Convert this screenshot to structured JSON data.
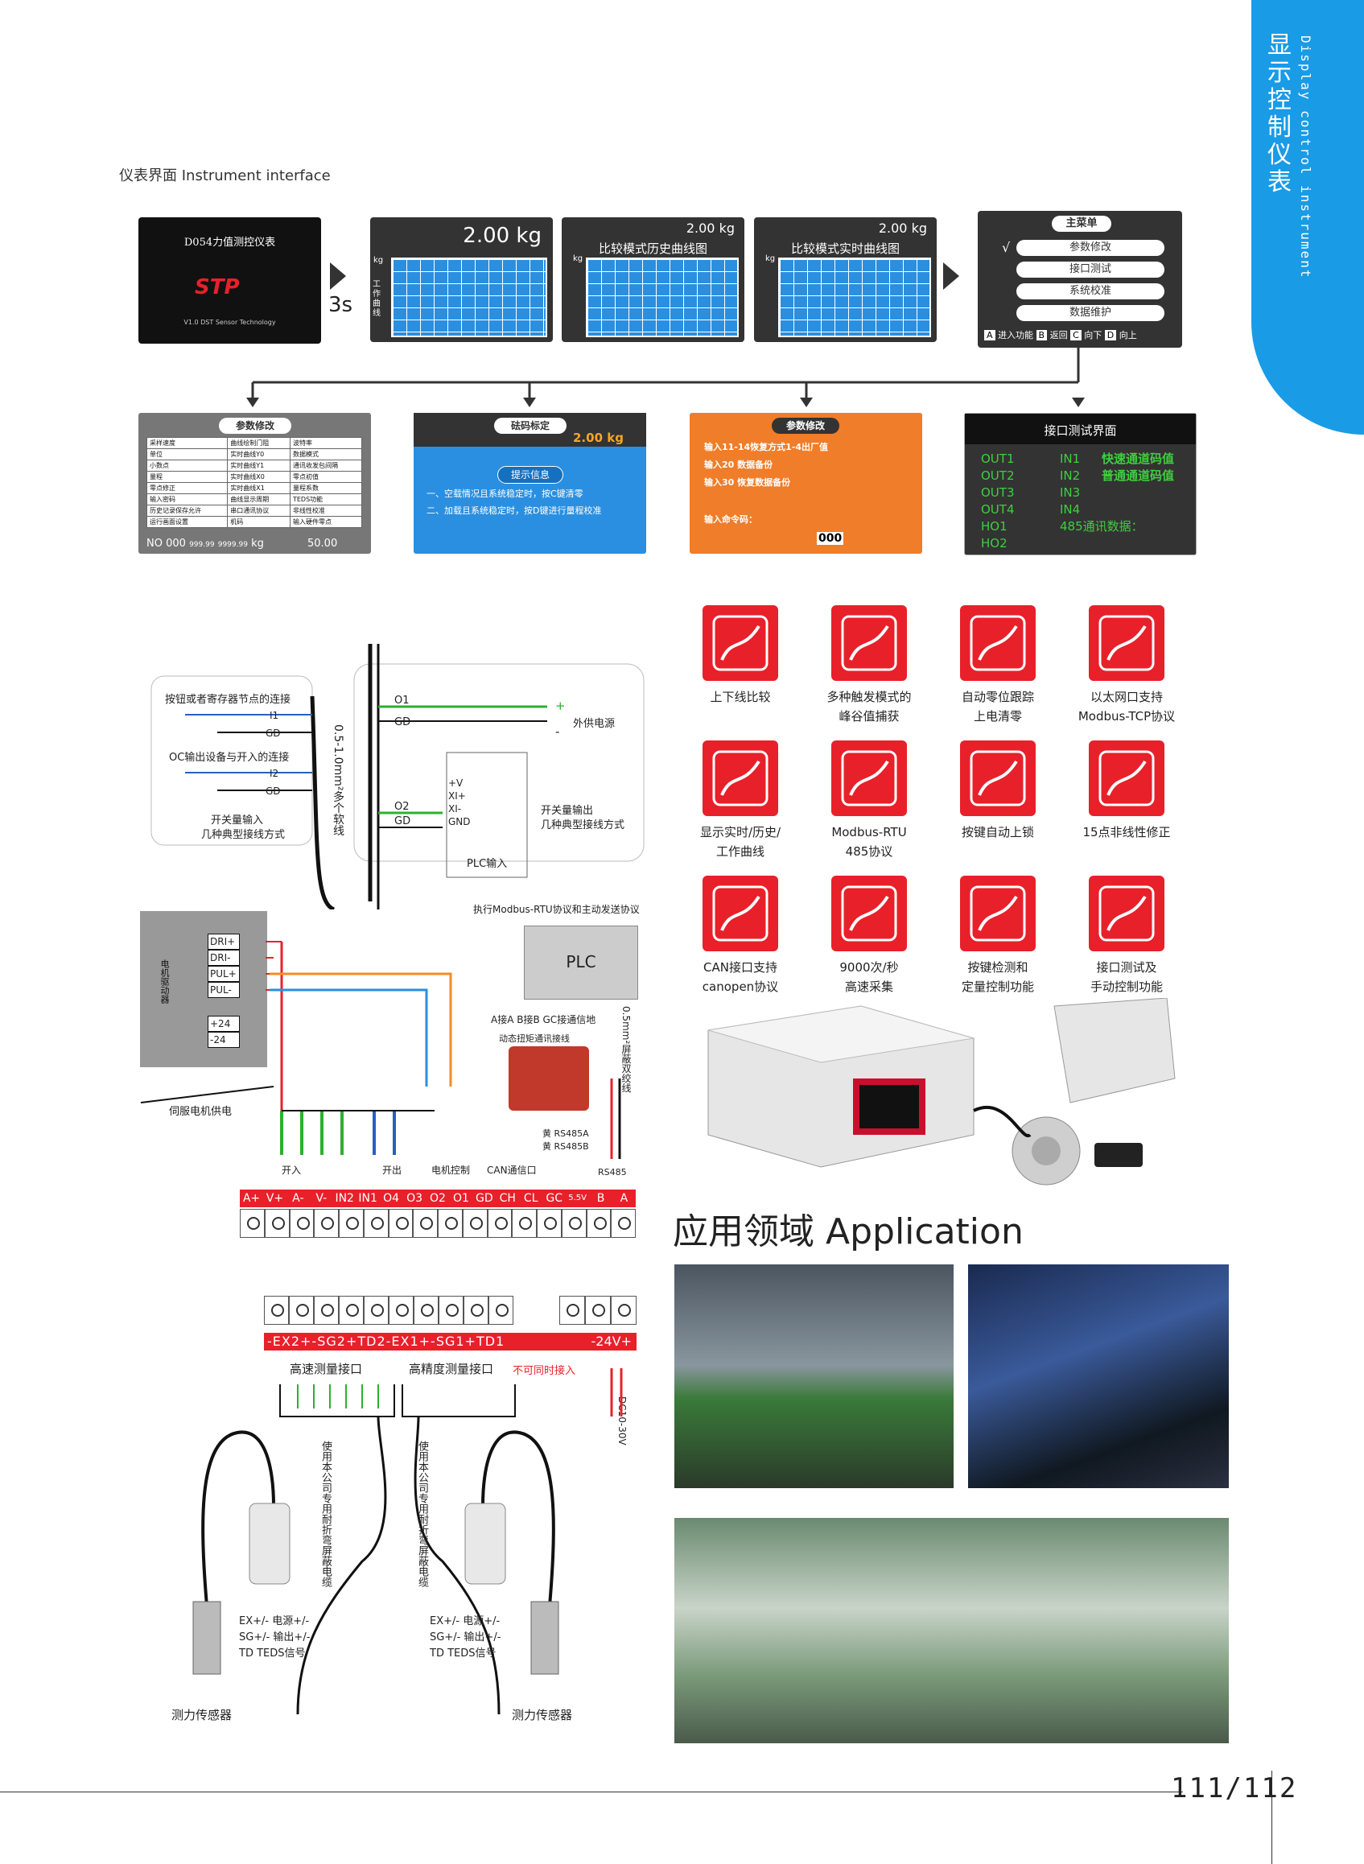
{
  "side_tab": {
    "title_cn": "显示控制仪表",
    "title_en": "Display control instrument"
  },
  "section": {
    "label": "仪表界面 Instrument interface"
  },
  "splash": {
    "title": "D054力值测控仪表",
    "version": "V1.0  DST Sensor Technology",
    "logo": "STP"
  },
  "timer": "3s",
  "screen1": {
    "value": "2.00 kg",
    "unit": "kg",
    "side": "工作曲线"
  },
  "screen2": {
    "value": "2.00 kg",
    "title": "比较模式历史曲线图",
    "unit": "kg"
  },
  "screen3": {
    "value": "2.00 kg",
    "title": "比较模式实时曲线图",
    "unit": "kg"
  },
  "main_menu": {
    "title": "主菜单",
    "check": "√",
    "items": [
      "参数修改",
      "接口测试",
      "系统校准",
      "数据维护"
    ],
    "keys": [
      {
        "key": "A",
        "label": "进入功能"
      },
      {
        "key": "B",
        "label": "返回"
      },
      {
        "key": "C",
        "label": "向下"
      },
      {
        "key": "D",
        "label": "向上"
      }
    ]
  },
  "param_panel": {
    "title": "参数修改",
    "rows": [
      [
        "采样速度",
        "曲线绘制门阻",
        "波特率"
      ],
      [
        "单位",
        "实时曲线Y0",
        "数据模式"
      ],
      [
        "小数点",
        "实时曲线Y1",
        "通讯收发包间隔"
      ],
      [
        "量程",
        "实时曲线X0",
        "零点初值"
      ],
      [
        "零点修正",
        "实时曲线X1",
        "量程系数"
      ],
      [
        "输入密码",
        "曲线显示周期",
        "TEDS功能"
      ],
      [
        "历史记录保存允许",
        "串口通讯协议",
        "非线性校准"
      ],
      [
        "运行画面设置",
        "机码",
        "输入硬件零点"
      ]
    ],
    "footer": {
      "no": "NO",
      "no_val": "000",
      "v1": "999.99",
      "v2": "9999.99",
      "unit": "kg",
      "v3": "50.00"
    }
  },
  "calib_panel": {
    "title": "砝码标定",
    "value": "2.00 kg",
    "info_title": "提示信息",
    "lines": [
      "一、空载情况且系统稳定时，按C键清零",
      "二、加载且系统稳定时，按D键进行量程校准"
    ]
  },
  "restore_panel": {
    "title": "参数修改",
    "lines": [
      "输入11-14恢复方式1-4出厂值",
      "输入20 数据备份",
      "输入30 恢复数据备份"
    ],
    "cmd_label": "输入命令码：",
    "cmd_value": "000"
  },
  "iface_panel": {
    "title": "接口测试界面",
    "outs": [
      "OUT1",
      "OUT2",
      "OUT3",
      "OUT4",
      "HO1",
      "HO2"
    ],
    "ins": [
      "IN1",
      "IN2",
      "IN3",
      "IN4"
    ],
    "labels": [
      "快速通道码值",
      "普通通道码值"
    ],
    "rs485": "485通讯数据："
  },
  "features": [
    {
      "icon": "limit-compare-icon",
      "text": "上下线比较"
    },
    {
      "icon": "peak-capture-icon",
      "text": "多种触发模式的 峰谷值捕获"
    },
    {
      "icon": "auto-zero-icon",
      "text": "自动零位跟踪 上电清零"
    },
    {
      "icon": "ethernet-icon",
      "text": "以太网口支持 Modbus-TCP协议"
    },
    {
      "icon": "curve-display-icon",
      "text": "显示实时/历史/ 工作曲线"
    },
    {
      "icon": "modbus-rtu-icon",
      "text": "Modbus-RTU 485协议"
    },
    {
      "icon": "lock-icon",
      "text": "按键自动上锁"
    },
    {
      "icon": "nonlinear-icon",
      "text": "15点非线性修正"
    },
    {
      "icon": "usb-can-icon",
      "text": "CAN接口支持 canopen协议"
    },
    {
      "icon": "fast-sampling-icon",
      "text": "9000次/秒 高速采集"
    },
    {
      "icon": "quantitative-control-icon",
      "text": "按键检测和 定量控制功能"
    },
    {
      "icon": "interface-test-icon",
      "text": "接口测试及 手动控制功能"
    }
  ],
  "wiring_top": {
    "left_box": {
      "l1": "按钮或者寄存器节点的连接",
      "i1": "I1",
      "gd1": "GD",
      "l2": "OC输出设备与开入的连接",
      "i2": "I2",
      "gd2": "GD",
      "l3": "开关量输入",
      "l4": "几种典型接线方式"
    },
    "cable": "0.5-1.0mm²多个软线",
    "right_box": {
      "o1": "O1",
      "gd1": "GD",
      "plus": "+",
      "minus": "-",
      "ext": "外供电源",
      "o2": "O2",
      "gd2": "GD",
      "plc_pins": [
        "+V",
        "XI+",
        "XI-",
        "GND"
      ],
      "plc_label": "PLC输入",
      "l1": "开关量输出",
      "l2": "几种典型接线方式"
    }
  },
  "driver": {
    "label": "电机驱动器",
    "pins": [
      "DRI+",
      "DRI-",
      "PUL+",
      "PUL-",
      "+24",
      "-24"
    ],
    "servo": "伺服电机供电"
  },
  "plc": {
    "label": "PLC",
    "protocol": "执行Modbus-RTU协议和主动发送协议",
    "cable": "0.5mm²屏蔽双绞线",
    "note1": "A接A B接B GC接通信地",
    "note2": "动态扭矩通讯接线",
    "a": "黄 RS485A",
    "b": "黄 RS485B",
    "rs485": "RS485"
  },
  "bus_labels": {
    "kai_ru": "开入",
    "kai_chu": "开出",
    "motor": "电机控制",
    "can": "CAN通信口"
  },
  "terminal_top": [
    "A+",
    "V+",
    "A-",
    "V-",
    "IN2",
    "IN1",
    "O4",
    "O3",
    "O2",
    "O1",
    "GD",
    "CH",
    "CL",
    "GC",
    "5.5V",
    "B",
    "A"
  ],
  "terminal_bottom": {
    "labels": "-EX2+-SG2+TD2-EX1+-SG1+TD1",
    "power": "-24V+",
    "hs": "高速测量接口",
    "hp": "高精度测量接口",
    "warn": "不可同时接入",
    "dc": "DC10-30V",
    "cable": "使用本公司专用耐折弯屏蔽电缆",
    "legend": [
      "EX+/-  电源+/-",
      "SG+/-  输出+/-",
      "TD  TEDS信号"
    ],
    "sensor": "测力传感器"
  },
  "application": {
    "title": "应用领域 Application"
  },
  "page_number": "111/112"
}
